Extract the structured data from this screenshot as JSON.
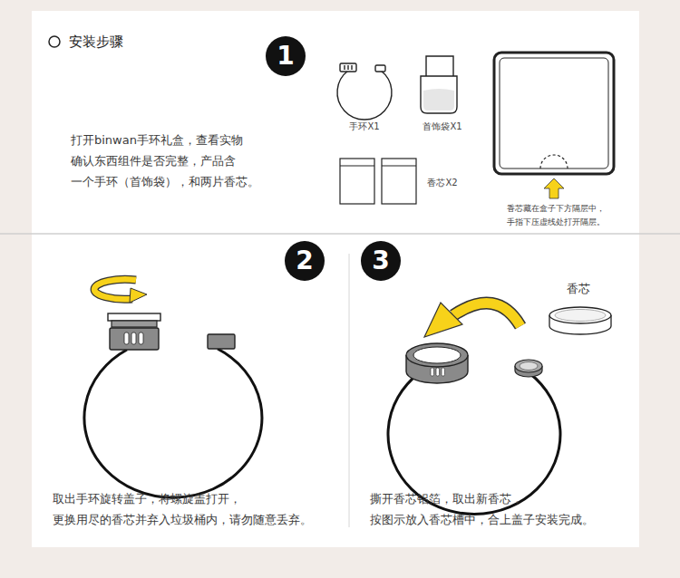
{
  "diagram": {
    "title": "安装步骤",
    "labels": [
      "1",
      "打开binwan手环礼盒，查看实物 确认东西组件是否完整，产品含 一个手环（首饰袋），和两片香芯。",
      "手环X1",
      "首饰袋X1",
      "香芯X2",
      "香芯藏在盒子下方隔层中， 手指下压虚线处打开隔层。",
      "2",
      "3",
      "取出手环旋转盖子，将螺旋盖打开， 更换用尽的香芯并弃入垃圾桶内，请勿随意丢弃。",
      "香芯",
      "撕开香芯铝箔，取出新香芯， 按图示放入香芯槽中，合上盖子安装完成。"
    ]
  }
}
